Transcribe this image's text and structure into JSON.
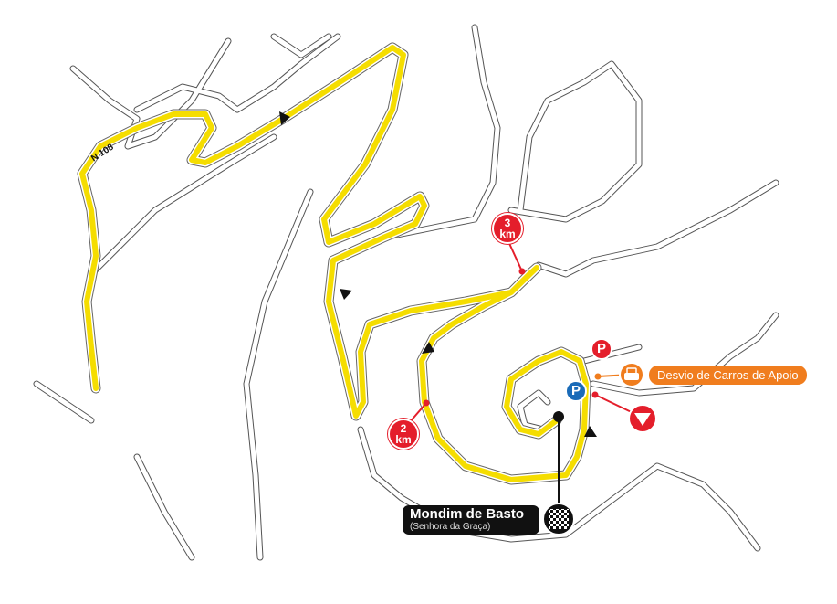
{
  "road_label": "N 108",
  "markers": {
    "km3": {
      "number": "3",
      "unit": "km"
    },
    "km2": {
      "number": "2",
      "unit": "km"
    },
    "parking_red": "P",
    "parking_blue": "P"
  },
  "support_cars_detour": "Desvio de Carros de Apoio",
  "finish": {
    "title": "Mondim de Basto",
    "subtitle": "(Senhora da Graça)"
  },
  "colors": {
    "route": "#f5dd00",
    "marker_red": "#e41e2b",
    "detour_orange": "#f07d1e",
    "parking_blue": "#1a6bb8",
    "finish_black": "#111111"
  }
}
